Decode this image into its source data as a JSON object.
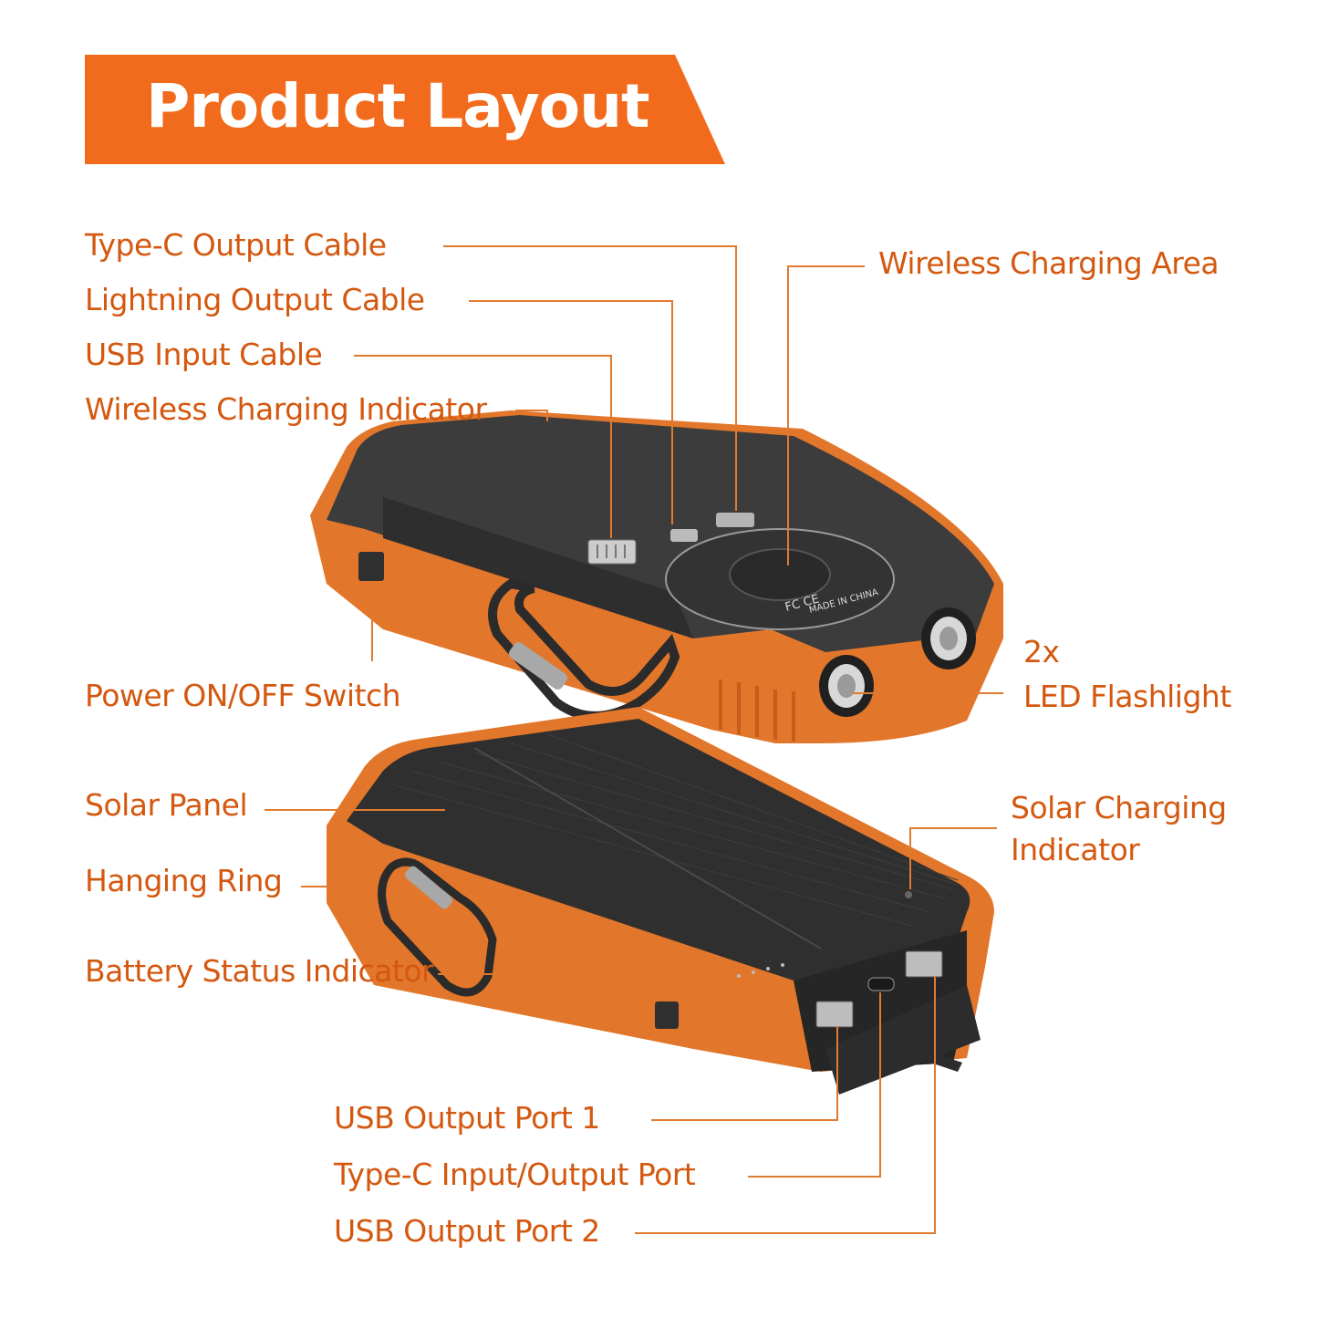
{
  "title": "Product Layout",
  "colors": {
    "banner": "#f26a1b",
    "label_text": "#d4580f",
    "leader_line": "#e07a2e",
    "device_body": "#3c3c3c",
    "device_bumper": "#e2762a"
  },
  "labels": {
    "type_c_output_cable": "Type-C Output Cable",
    "lightning_output_cable": "Lightning Output Cable",
    "usb_input_cable": "USB Input Cable",
    "wireless_charging_indicator": "Wireless Charging Indicator",
    "wireless_charging_area": "Wireless Charging Area",
    "power_switch": "Power ON/OFF Switch",
    "led_count": "2x",
    "led_flashlight": "LED Flashlight",
    "solar_panel": "Solar Panel",
    "hanging_ring": "Hanging Ring",
    "solar_charging_indicator_line1": "Solar Charging",
    "solar_charging_indicator_line2": "Indicator",
    "battery_status_indicator": "Battery Status Indicator",
    "usb_output_port_1": "USB Output Port 1",
    "type_c_port": "Type-C Input/Output Port",
    "usb_output_port_2": "USB Output Port 2"
  },
  "device_markings": {
    "brand_marks": "FC CE",
    "origin": "MADE IN CHINA"
  }
}
